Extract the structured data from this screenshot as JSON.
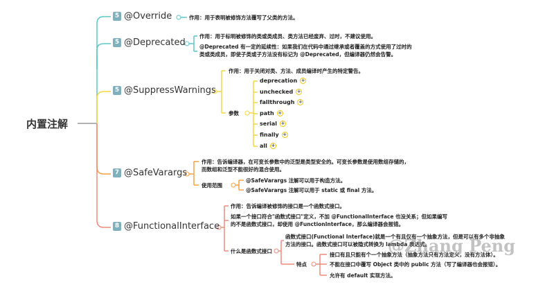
{
  "root": "内置注解",
  "colors": {
    "teal": "#5bc8c8",
    "yellow": "#f5d742",
    "salmon": "#f08a7a",
    "orange": "#f5a040",
    "badge": "#7fb0bd"
  },
  "nodes": [
    {
      "badge": "5",
      "label": "@Override",
      "details": [
        "作用：用于表明被修饰方法覆写了父类的方法。"
      ]
    },
    {
      "badge": "5",
      "label": "@Deprecated",
      "details": [
        "作用：用于标明被修饰的类或类成员、类方法已经废弃、过时，不建议使用。",
        "@Deprecated 有一定的延续性：如果我们在代码中通过继承或者覆盖的方式使用了过时的",
        "类或类成员，即使子类或子方法没有标记为 @Deprecated，但编译器仍然会告警。"
      ]
    },
    {
      "badge": "5",
      "label": "@SuppressWarnings",
      "details": [
        "作用：用于关闭对类、方法、成员编译时产生的特定警告。"
      ],
      "params_label": "参数",
      "params": [
        "deprecation",
        "unchecked",
        "fallthrough",
        "path",
        "serial",
        "finally",
        "all"
      ]
    },
    {
      "badge": "7",
      "label": "@SafeVarargs",
      "details": [
        "作用：告诉编译器，在可变长参数中的泛型是类型安全的。可变长参数是使用数组存储的，",
        "而数组和泛型不能很好的混合使用。"
      ],
      "scope_label": "使用范围",
      "scope": [
        "@SafeVarargs 注解可以用于构造方法。",
        "@SafeVarargs 注解可以用于 static 或 final 方法。"
      ]
    },
    {
      "badge": "8",
      "label": "@FunctionalInterface",
      "details": [
        "作用：告诉编译被修饰的接口是一个函数式接口。",
        "如果一个接口符合\"函数式接口\"定义，不加 @FunctionalInterface 也没关系；但如果编写",
        "的不是函数式接口，却使用 @FunctionInterface，那么编译器会报错。"
      ],
      "what_label": "什么是函数式接口",
      "what": [
        "函数式接口(Functional Interface)就是一个有且仅有一个抽象方法，但是可以有多个非抽象",
        "方法的接口。函数式接口可以被隐式转换为 lambda 表达式。"
      ],
      "feature_label": "特点",
      "features": [
        "接口有且只能有个一个抽象方法（抽象方法只有方法定义，没有方法体）。",
        "不能在接口中覆写 Object 类中的 public 方法（写了编译器也会报错）。",
        "允许有 default 实现方法。"
      ]
    }
  ],
  "watermark": "@Zhang Peng"
}
